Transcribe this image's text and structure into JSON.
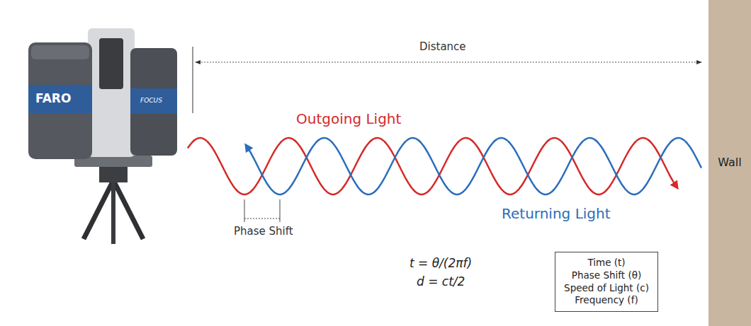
{
  "diagram": {
    "nodes": [
      {
        "text": [
          "Time (t)",
          "Phase Shift (θ)",
          "Speed of Light (c)",
          "Frequency (f)"
        ]
      },
      {
        "text": [
          "Wall"
        ]
      }
    ],
    "labels": [
      "Distance",
      "Outgoing Light",
      "Returning Light",
      "Phase Shift",
      "t = θ/(2πf)",
      "d = ct/2",
      "FARO",
      "FOCUS"
    ]
  }
}
